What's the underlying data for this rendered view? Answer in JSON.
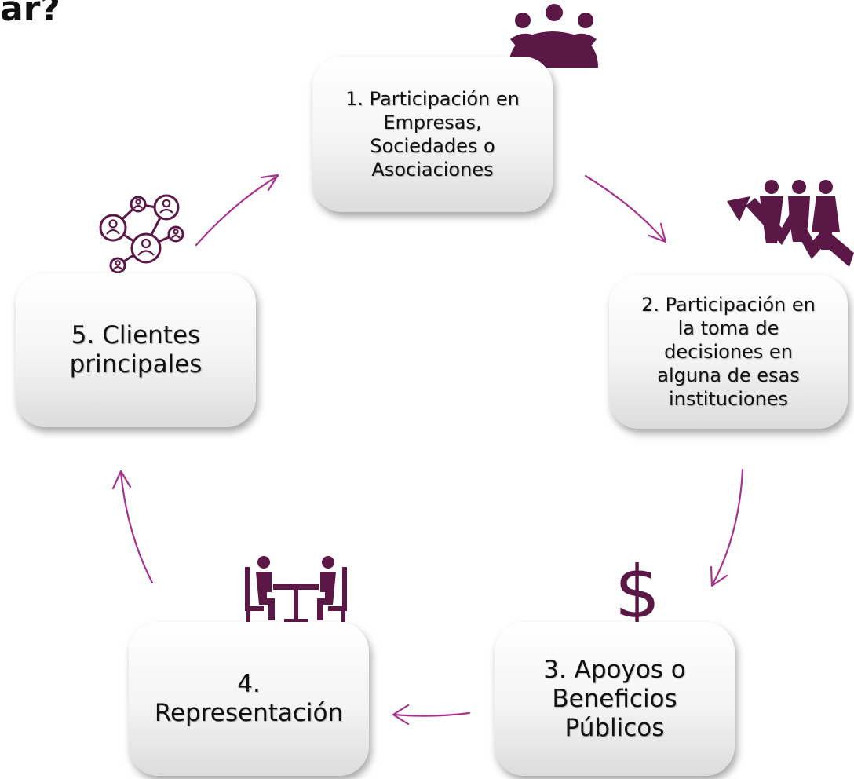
{
  "title_fragment": "ar?",
  "colors": {
    "accent": "#5b1847",
    "arrow": "#a8338f"
  },
  "nodes": [
    {
      "label": "1. Participación en Empresas, Sociedades o Asociaciones",
      "lines": [
        "1. Participación en",
        "Empresas,",
        "Sociedades o",
        "Asociaciones"
      ],
      "icon": "group-meeting-icon"
    },
    {
      "label": "2. Participación en la toma de decisiones en alguna de esas instituciones",
      "lines": [
        "2. Participación en",
        "la toma de",
        "decisiones en",
        "alguna de esas",
        "instituciones"
      ],
      "icon": "people-growth-arrow-icon"
    },
    {
      "label": "3. Apoyos o Beneficios Públicos",
      "lines": [
        "3. Apoyos o",
        "Beneficios",
        "Públicos"
      ],
      "icon": "dollar-sign-icon"
    },
    {
      "label": "4. Representación",
      "lines": [
        "4.",
        "Representación"
      ],
      "icon": "people-at-table-icon"
    },
    {
      "label": "5. Clientes principales",
      "lines": [
        "5. Clientes",
        "principales"
      ],
      "icon": "network-people-icon"
    }
  ]
}
